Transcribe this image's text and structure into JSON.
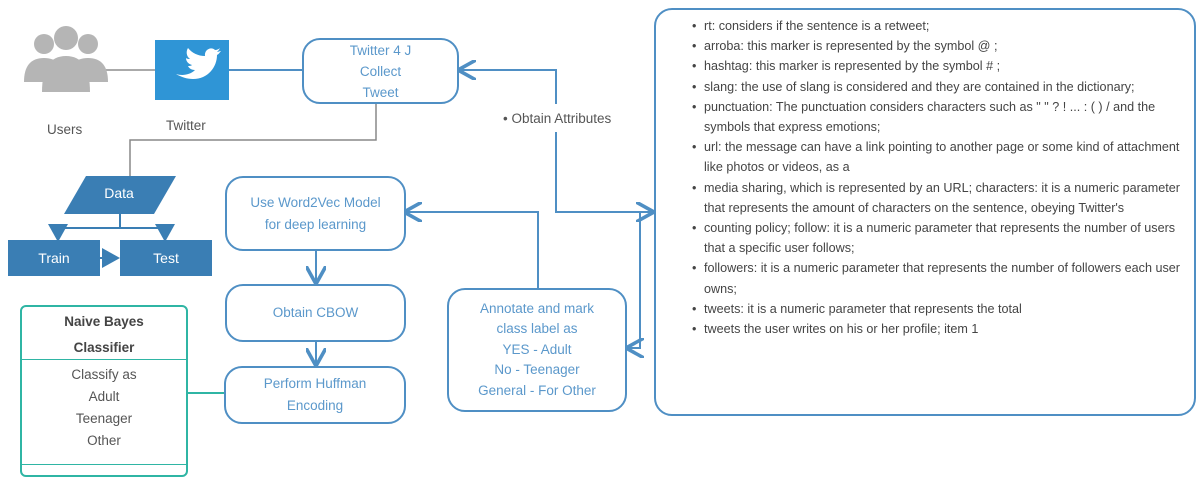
{
  "users": {
    "label": "Users",
    "icon": "users-icon"
  },
  "twitter": {
    "label": "Twitter",
    "icon": "twitter-bird-icon"
  },
  "nodes": {
    "collect": "Twitter 4 J\nCollect\nTweet",
    "data": "Data",
    "train": "Train",
    "test": "Test",
    "word2vec": "Use Word2Vec Model\nfor deep learning",
    "cbow": "Obtain CBOW",
    "huffman": "Perform Huffman\nEncoding",
    "annotate": "Annotate and mark\nclass label as\nYES - Adult\nNo - Teenager\nGeneral - For Other"
  },
  "obtain_attributes": "• Obtain Attributes",
  "naive_bayes": {
    "title_line1": "Naive Bayes",
    "title_line2": "Classifier",
    "items": [
      "Classify as",
      "Adult",
      "Teenager",
      "Other"
    ]
  },
  "attributes": [
    "rt: considers if the sentence is a retweet;",
    "arroba: this marker is represented by the symbol @ ;",
    " hashtag: this marker is represented by the symbol # ;",
    " slang: the use of slang is considered and they are contained in the dictionary;",
    "punctuation: The punctuation considers characters such as \" \" ? ! ... : ( ) / and the symbols that express emotions;",
    " url: the message can have a link pointing to another page or some kind of attachment like photos or videos, as a",
    "media sharing, which is represented by an URL;  characters: it is a numeric parameter that represents the amount of characters on the sentence, obeying Twitter's",
    "counting policy;  follow: it is a numeric parameter that represents the number of users that a specific user follows;",
    " followers: it is a numeric parameter that represents the number of followers each user owns;",
    " tweets: it is a numeric parameter that represents the total",
    "tweets the user writes on his or her profile; item 1"
  ],
  "colors": {
    "accent": "#4f8fc4",
    "dark_blue": "#3a7eb4",
    "teal": "#2fb5a4",
    "twitter_blue": "#2f95d6",
    "users_gray": "#b5b5b5"
  }
}
